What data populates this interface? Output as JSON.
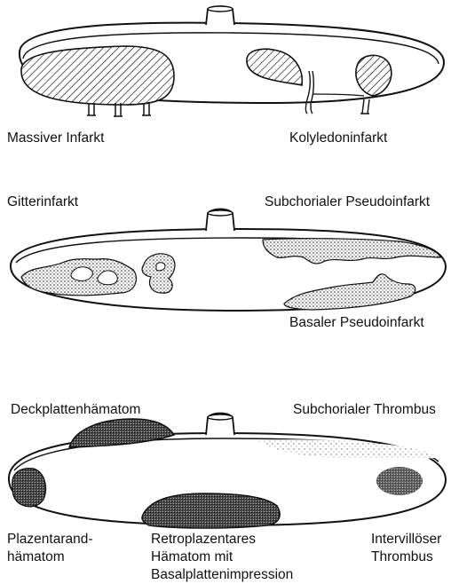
{
  "colors": {
    "ink": "#111111",
    "background": "#ffffff"
  },
  "panels": [
    {
      "diagram_name": "massive-infarct-kolyledon-diagram",
      "labels": {
        "massive_infarct": "Massiver Infarkt",
        "kolyledon_infarct": "Kolyledoninfarkt"
      }
    },
    {
      "diagram_name": "lattice-pseudoinfarct-diagram",
      "labels": {
        "lattice_infarct": "Gitterinfarkt",
        "subchorial_pseudoinfarct": "Subchorialer Pseudoinfarkt",
        "basal_pseudoinfarct": "Basaler Pseudoinfarkt"
      }
    },
    {
      "diagram_name": "hematoma-thrombus-diagram",
      "labels": {
        "cover_plate_hematoma": "Deckplattenhämatom",
        "subchorial_thrombus": "Subchorialer Thrombus",
        "marginal_hematoma": "Plazentarand-\nhämatom",
        "retroplacental_hematoma": "Retroplazentares\nHämatom mit\nBasalplattenimpression",
        "intervillous_thrombus": "Intervillöser\nThrombus"
      }
    }
  ]
}
